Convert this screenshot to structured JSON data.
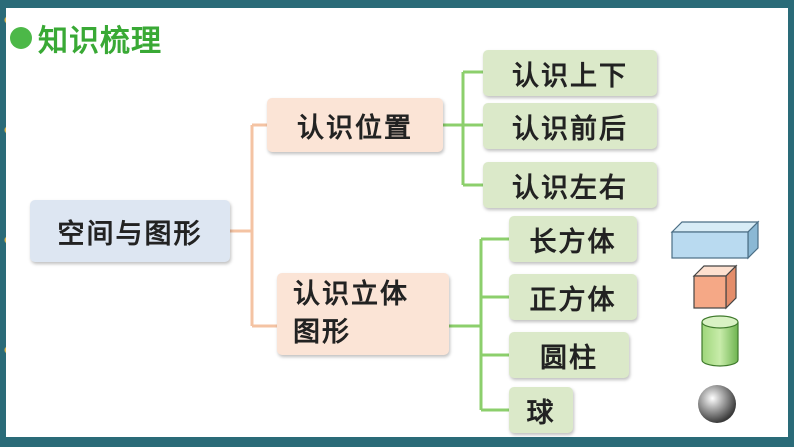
{
  "title": "知识梳理",
  "root": "空间与图形",
  "branches": [
    {
      "label": "认识位置",
      "children": [
        "认识上下",
        "认识前后",
        "认识左右"
      ]
    },
    {
      "label_line1": "认识立体",
      "label_line2": "图形",
      "children": [
        "长方体",
        "正方体",
        "圆柱",
        "球"
      ]
    }
  ],
  "shape_icons": [
    "cuboid-icon",
    "cube-icon",
    "cylinder-icon",
    "sphere-icon"
  ],
  "colors": {
    "title_green": "#39a935",
    "line": "#f4c3a3",
    "root_fill": "#dde6f2",
    "branch_fill": "#fbe4d6",
    "leaf_fill": "#dbe9c9"
  }
}
